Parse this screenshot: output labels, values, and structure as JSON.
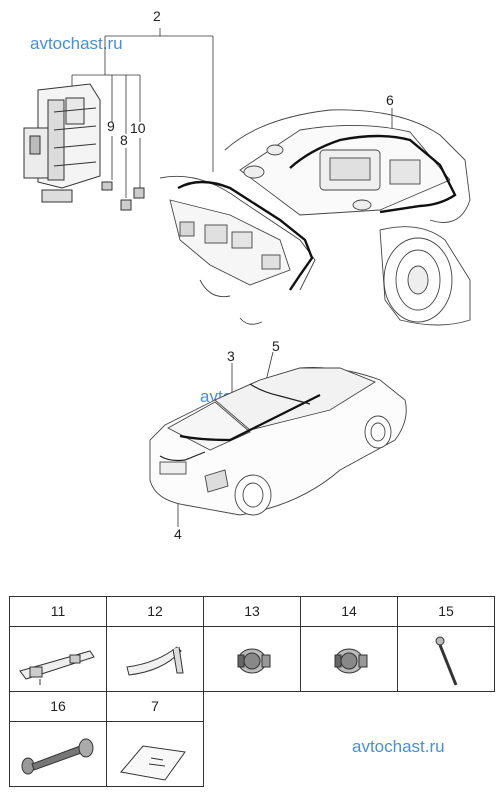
{
  "watermarks": [
    "avtochast.ru",
    "avtochast.ru",
    "avtochast.ru"
  ],
  "callouts": {
    "c2": "2",
    "c3": "3",
    "c4": "4",
    "c5": "5",
    "c6": "6",
    "c8": "8",
    "c9": "9",
    "c10": "10"
  },
  "parts_table": {
    "row1": [
      "11",
      "12",
      "13",
      "14",
      "15"
    ],
    "row2": [
      "16",
      "7"
    ]
  },
  "icons": {
    "p11": "connector-bracket-icon",
    "p12": "wire-guide-clip-icon",
    "p13": "grommet-plug-icon",
    "p14": "grommet-plug-icon",
    "p15": "cable-tie-icon",
    "p16": "spiral-grommet-icon",
    "p7": "tape-label-icon"
  }
}
